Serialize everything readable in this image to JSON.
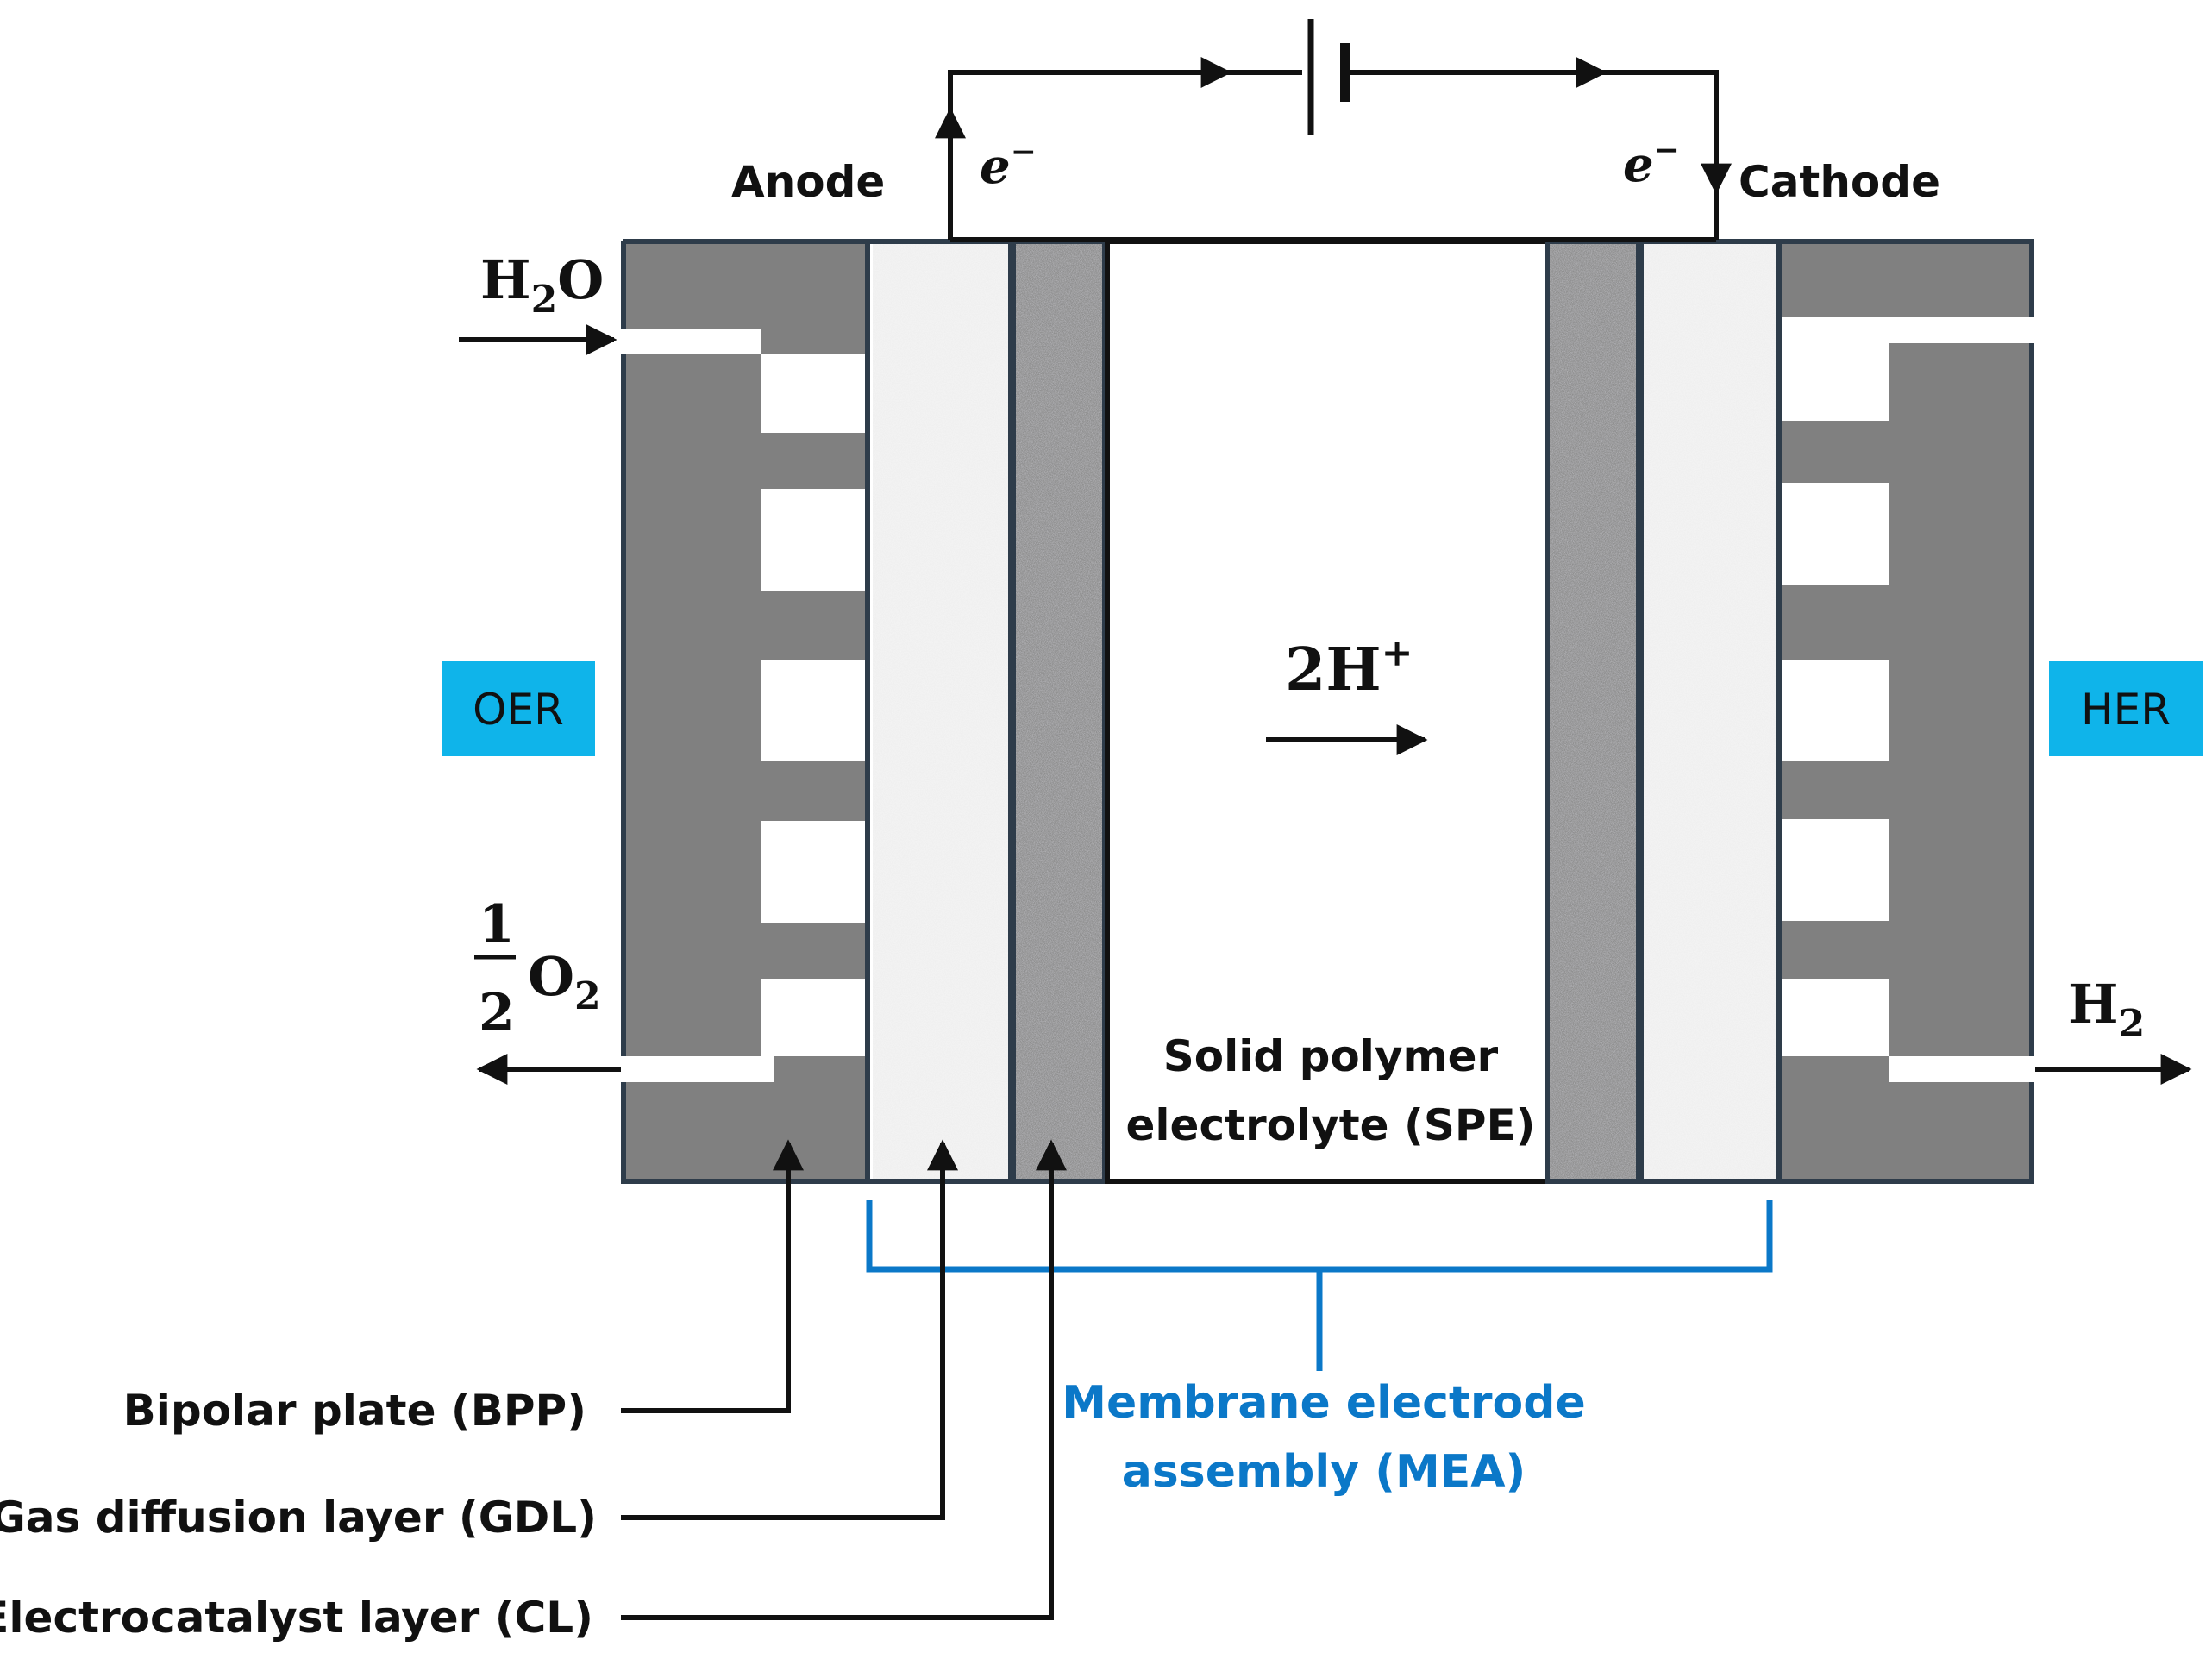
{
  "electrodes": {
    "anode": "Anode",
    "cathode": "Cathode",
    "electron": "e",
    "electron_sup": "−"
  },
  "species": {
    "water_base": "H",
    "water_sub": "2",
    "water_tail": "O",
    "oxygen_num": "1",
    "oxygen_den": "2",
    "oxygen_base": "O",
    "oxygen_sub": "2",
    "hydrogen_base": "H",
    "hydrogen_sub": "2",
    "proton_base": "2H",
    "proton_sup": "+"
  },
  "reactions": {
    "anode_badge": "OER",
    "cathode_badge": "HER"
  },
  "membrane": {
    "line1": "Solid polymer",
    "line2": "electrolyte (SPE)"
  },
  "components": {
    "bpp": "Bipolar plate (BPP)",
    "gdl": "Gas diffusion layer (GDL)",
    "cl": "Electrocatalyst layer (CL)",
    "mea_line1": "Membrane electrode",
    "mea_line2": "assembly (MEA)"
  },
  "colors": {
    "plate": "#808080",
    "frame": "#2e3c4a",
    "badge": "#0fb4ea",
    "mea": "#0b78c8",
    "gdl": "#ececec",
    "cl": "#8c8c8c"
  }
}
